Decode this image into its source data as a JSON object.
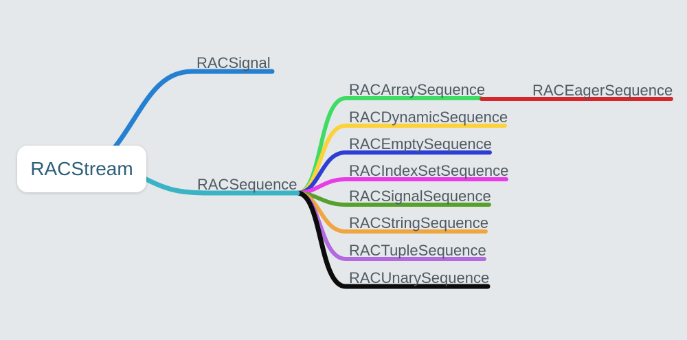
{
  "canvas": {
    "background_color": "#e5e8ea",
    "label_text_color": "#4e5a62"
  },
  "tree": {
    "root": {
      "label": "RACStream",
      "text_color": "#2b5e79",
      "box_fill": "#ffffff"
    },
    "branches": [
      {
        "label": "RACSignal",
        "color": "#2680d2"
      },
      {
        "label": "RACSequence",
        "color": "#3ab3c5",
        "children": [
          {
            "label": "RACArraySequence",
            "color": "#3edc64",
            "children": [
              {
                "label": "RACEagerSequence",
                "color": "#d6252d"
              }
            ]
          },
          {
            "label": "RACDynamicSequence",
            "color": "#fcd23c"
          },
          {
            "label": "RACEmptySequence",
            "color": "#2c3ed6"
          },
          {
            "label": "RACIndexSetSequence",
            "color": "#e83ce8"
          },
          {
            "label": "RACSignalSequence",
            "color": "#56a12d"
          },
          {
            "label": "RACStringSequence",
            "color": "#f0a640"
          },
          {
            "label": "RACTupleSequence",
            "color": "#b369e0"
          },
          {
            "label": "RACUnarySequence",
            "color": "#0c0c0c"
          }
        ]
      }
    ]
  }
}
